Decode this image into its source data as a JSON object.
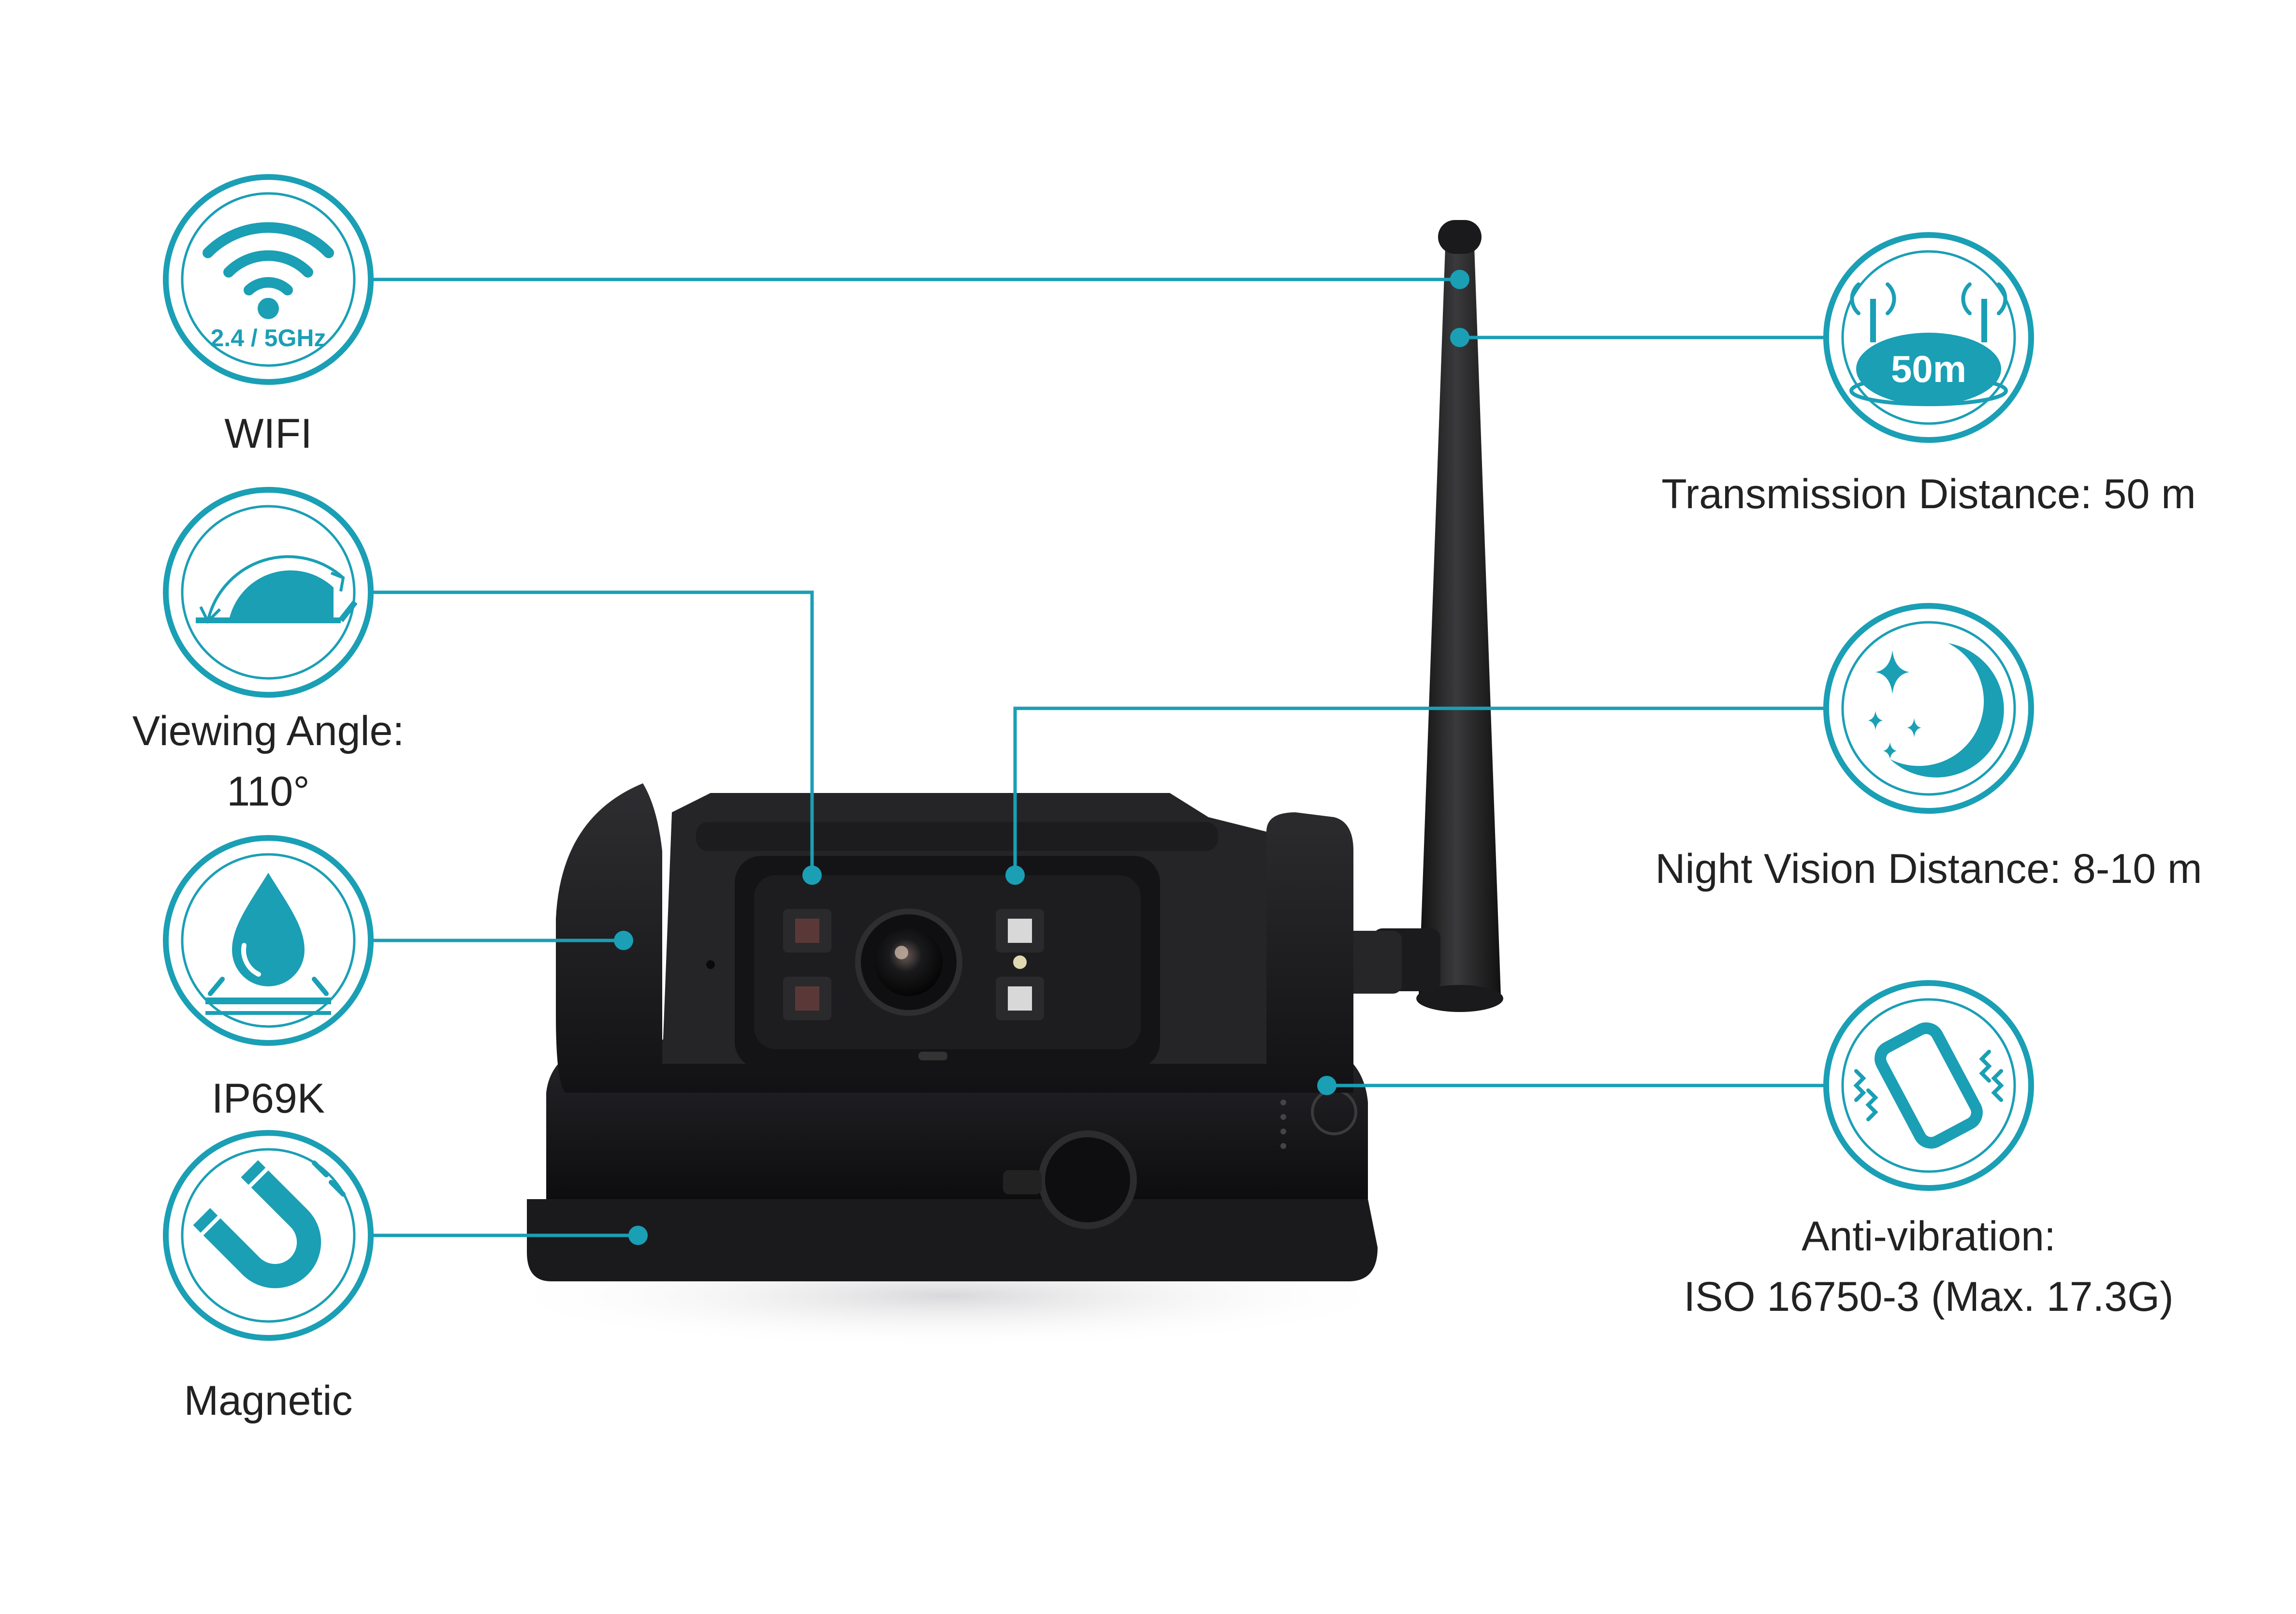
{
  "colors": {
    "accent": "#1a9fb5",
    "camera_body": "#1c1c1e",
    "label_text": "#222222"
  },
  "features": {
    "wifi": {
      "icon": "wifi-icon",
      "badge_text": "2.4 / 5GHz",
      "label": "WIFI"
    },
    "viewing_angle": {
      "icon": "viewing-angle-icon",
      "label_line1": "Viewing Angle:",
      "label_line2": "110°"
    },
    "waterproof": {
      "icon": "water-drop-icon",
      "label": "IP69K"
    },
    "magnetic": {
      "icon": "magnet-icon",
      "label": "Magnetic"
    },
    "transmission": {
      "icon": "router-icon",
      "badge_text": "50m",
      "label": "Transmission Distance: 50 m"
    },
    "night_vision": {
      "icon": "moon-stars-icon",
      "label": "Night Vision Distance: 8-10 m"
    },
    "anti_vibration": {
      "icon": "vibration-icon",
      "label_line1": "Anti-vibration:",
      "label_line2": "ISO 16750-3 (Max. 17.3G)"
    }
  }
}
